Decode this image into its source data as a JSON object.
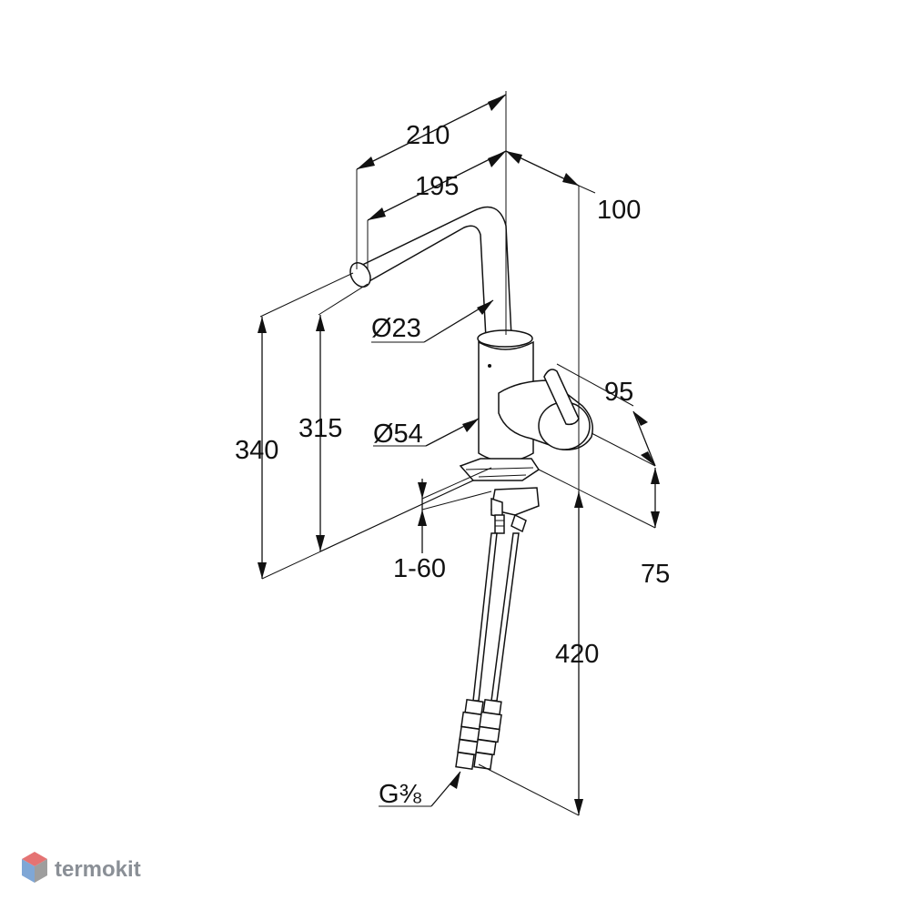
{
  "diagram": {
    "dimensions": {
      "d210": "210",
      "d195": "195",
      "d100": "100",
      "d23": "Ø23",
      "d95": "95",
      "d54": "Ø54",
      "d340": "340",
      "d315": "315",
      "d160": "1-60",
      "d75": "75",
      "d420": "420",
      "thread_main": "G",
      "thread_frac": "⅜"
    },
    "watermark": {
      "text": "termokit",
      "colors": [
        "#e57373",
        "#7fa7d6",
        "#9e9e9e"
      ]
    }
  }
}
